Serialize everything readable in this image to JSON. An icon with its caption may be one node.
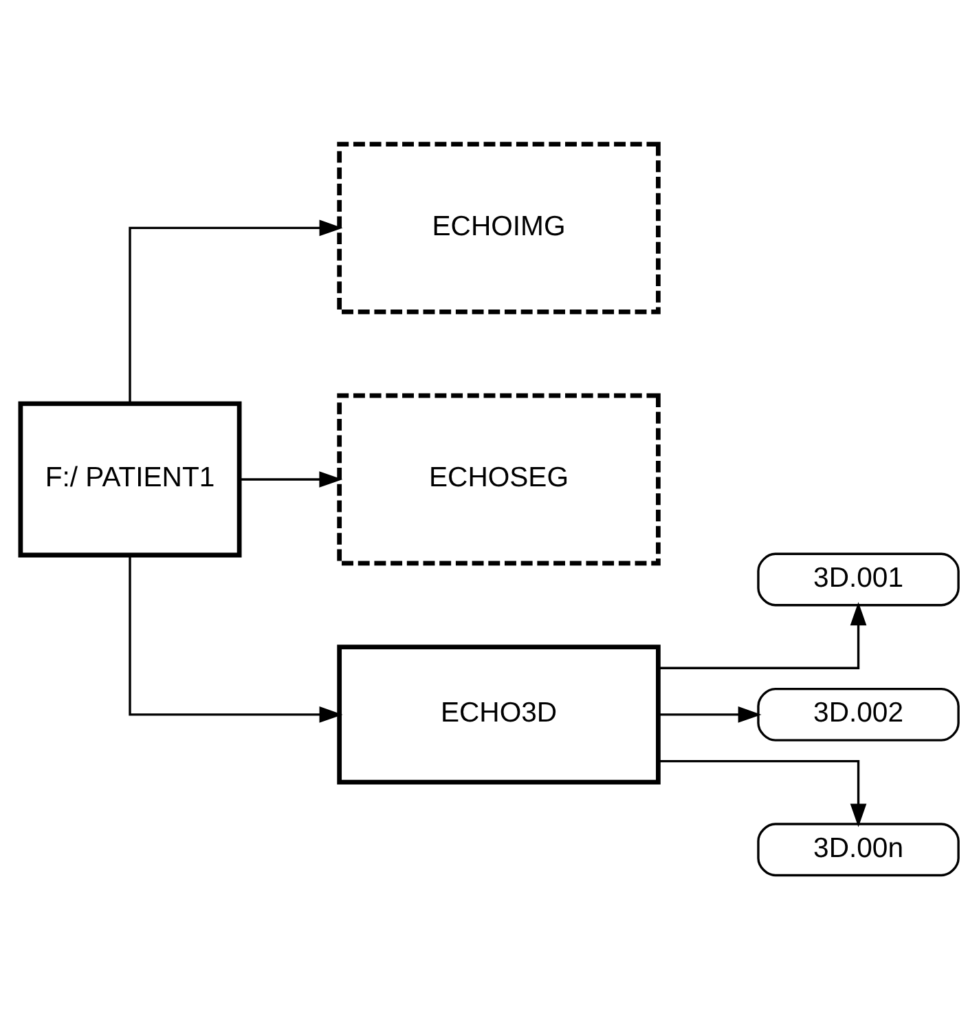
{
  "diagram": {
    "nodes": [
      {
        "text": [
          "F:/ PATIENT1"
        ]
      },
      {
        "text": [
          "ECHOIMG"
        ]
      },
      {
        "text": [
          "ECHOSEG"
        ]
      },
      {
        "text": [
          "ECHO3D"
        ]
      },
      {
        "text": [
          "3D.001"
        ]
      },
      {
        "text": [
          "3D.002"
        ]
      },
      {
        "text": [
          "3D.00n"
        ]
      }
    ],
    "edges": [
      {
        "from": 0,
        "to": 1,
        "arrow": "to"
      },
      {
        "from": 0,
        "to": 2,
        "arrow": "to"
      },
      {
        "from": 0,
        "to": 3,
        "arrow": "to"
      },
      {
        "from": 3,
        "to": 4,
        "arrow": "to"
      },
      {
        "from": 3,
        "to": 5,
        "arrow": "to"
      },
      {
        "from": 3,
        "to": 6,
        "arrow": "to"
      }
    ]
  }
}
